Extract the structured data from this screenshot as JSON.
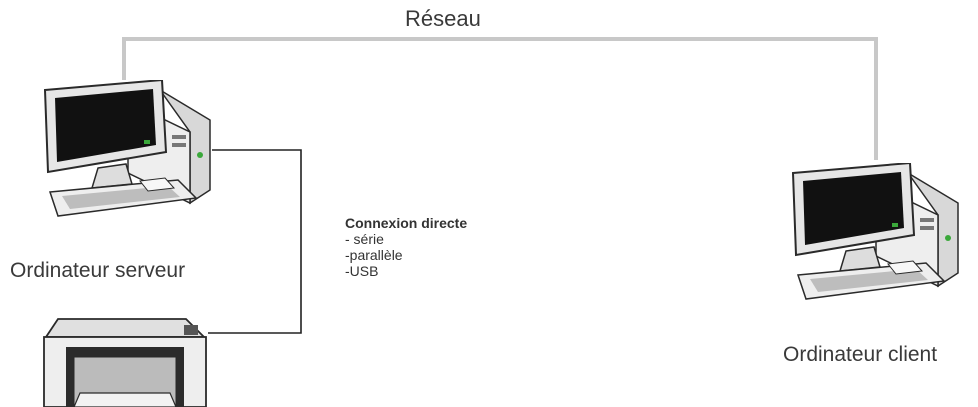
{
  "network": {
    "label": "Réseau"
  },
  "server": {
    "label": "Ordinateur serveur",
    "icon": "desktop-computer-icon"
  },
  "client": {
    "label": "Ordinateur client",
    "icon": "desktop-computer-icon"
  },
  "printer": {
    "icon": "printer-icon"
  },
  "direct_connection": {
    "title": "Connexion directe",
    "items": [
      "- série",
      "-parallèle",
      "-USB"
    ]
  },
  "colors": {
    "network_line": "#c8c8c8",
    "direct_line": "#222222",
    "screen": "#111111",
    "chassis": "#e6e6e6",
    "outline": "#2a2a2a",
    "led": "#3aa83a"
  }
}
